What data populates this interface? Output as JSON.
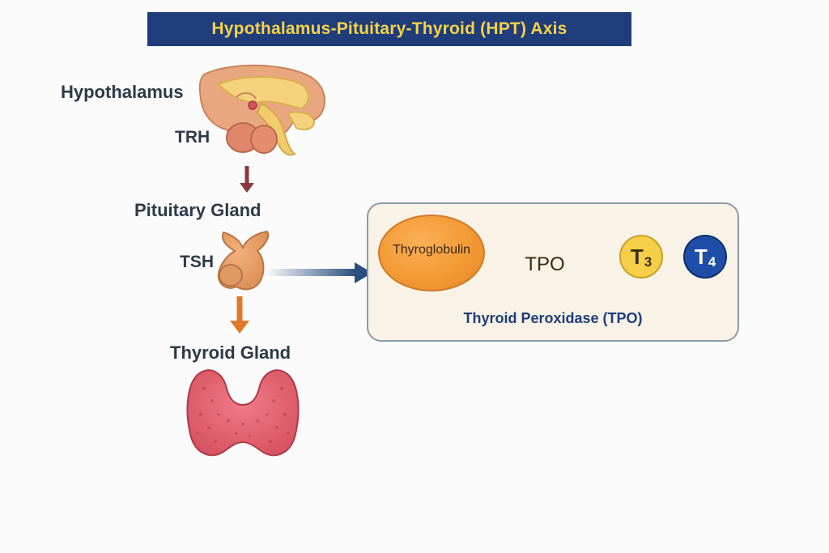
{
  "title": "Hypothalamus-Pituitary-Thyroid (HPT) Axis",
  "axis": {
    "hypothalamus_label": "Hypothalamus",
    "trh_label": "TRH",
    "pituitary_label": "Pituitary Gland",
    "tsh_label": "TSH",
    "thyroid_label": "Thyroid Gland"
  },
  "panel": {
    "thyroglobulin_label": "Thyroglobulin",
    "tpo_label": "TPO",
    "t3_main": "T",
    "t3_sub": "3",
    "t4_main": "T",
    "t4_sub": "4",
    "caption": "Thyroid Peroxidase (TPO)"
  },
  "colors": {
    "title_bg": "#1f3d7a",
    "title_text": "#f5d24a",
    "trh_arrow": "#8b3a3a",
    "tsh_arrow": "#e07a2a",
    "panel_arrow": "#2a4f7e",
    "t3_fill": "#f5cf4a",
    "t4_fill": "#1f4ea8"
  },
  "icons": [
    "brain-icon",
    "pituitary-gland-icon",
    "thyroid-gland-icon",
    "tpo-enzyme-icon"
  ]
}
